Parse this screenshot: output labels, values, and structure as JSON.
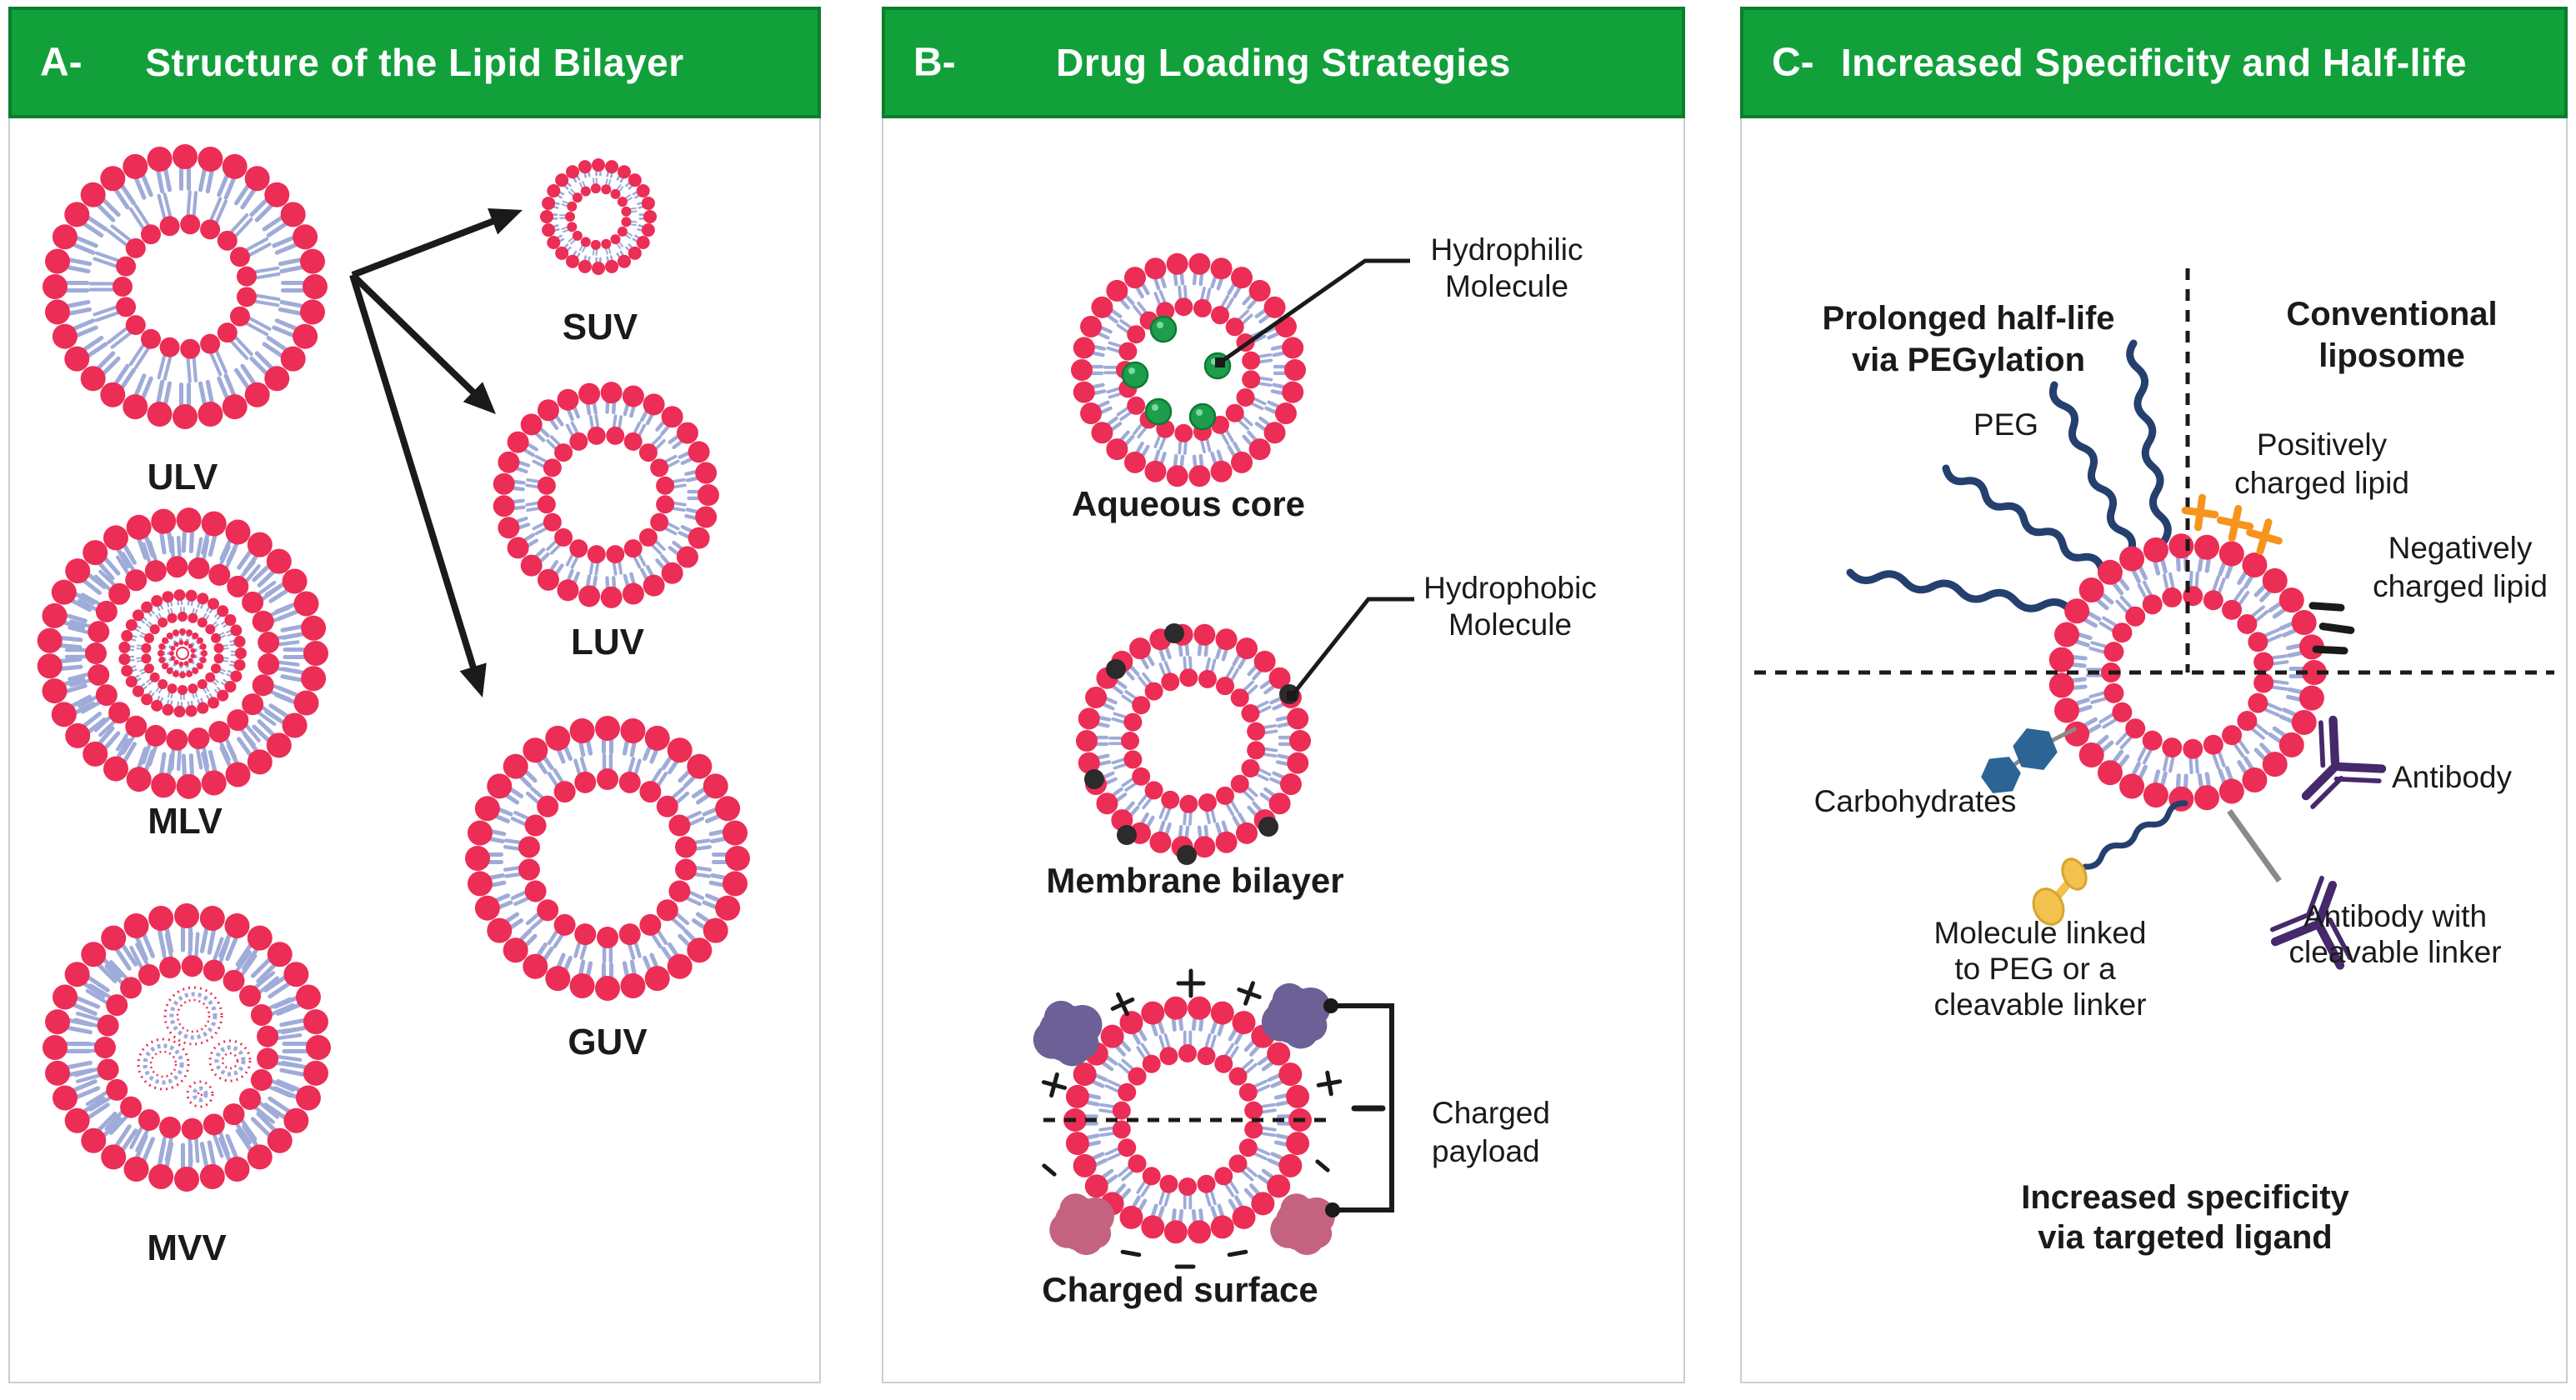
{
  "figure": {
    "description": "Liposome structure, drug loading and surface-functionalization diagram"
  },
  "colors": {
    "banner_green": "#12A03B",
    "banner_border": "#0B7E2B",
    "panel_border": "#C9CED4",
    "head_red": "#EC2D55",
    "tail_blue": "#9FABD8",
    "ink_black": "#1A1A1A",
    "hydrophilic_green": "#1D9E4B",
    "hydrophobic_black": "#2B2B2B",
    "cationic_purple": "#6C6096",
    "anionic_pink": "#C4637F",
    "plus_orange": "#F7941D",
    "peg_navy": "#24406E",
    "carb_blue": "#2C6496",
    "antibody_purple": "#46296B",
    "linker_gray": "#8A8A8A",
    "molecule_yellow": "#F2C14E",
    "molecule_yellow_edge": "#D9A32E"
  },
  "panel_a": {
    "letter": "A-",
    "title": "Structure of the Lipid Bilayer",
    "labels": {
      "ulv": "ULV",
      "mlv": "MLV",
      "mvv": "MVV",
      "suv": "SUV",
      "luv": "LUV",
      "guv": "GUV"
    }
  },
  "panel_b": {
    "letter": "B-",
    "title": "Drug Loading Strategies",
    "captions": {
      "aqueous": "Aqueous core",
      "membrane": "Membrane bilayer",
      "charged": "Charged surface"
    },
    "annotations": {
      "hydrophilic_1": "Hydrophilic",
      "hydrophilic_2": "Molecule",
      "hydrophobic_1": "Hydrophobic",
      "hydrophobic_2": "Molecule",
      "payload_1": "Charged",
      "payload_2": "payload"
    }
  },
  "panel_c": {
    "letter": "C-",
    "title": "Increased Specificity and Half-life",
    "quadrants": {
      "prolonged_1": "Prolonged half-life",
      "prolonged_2": "via PEGylation",
      "conventional_1": "Conventional",
      "conventional_2": "liposome",
      "specificity_1": "Increased specificity",
      "specificity_2": "via targeted ligand"
    },
    "annotations": {
      "peg": "PEG",
      "positive_1": "Positively",
      "positive_2": "charged lipid",
      "negative_1": "Negatively",
      "negative_2": "charged lipid",
      "carbs": "Carbohydrates",
      "antibody": "Antibody",
      "ab_linker_1": "Antibody with",
      "ab_linker_2": "cleavable linker",
      "molecule_1": "Molecule linked",
      "molecule_2": "to PEG or a",
      "molecule_3": "cleavable linker"
    }
  }
}
